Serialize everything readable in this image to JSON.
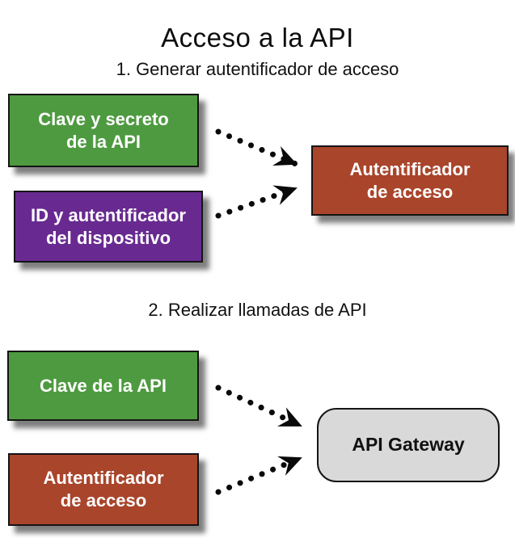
{
  "title": "Acceso a la API",
  "colors": {
    "green": "#4e9a40",
    "purple": "#682a90",
    "rust": "#a9452b",
    "gray": "#d9d9d9",
    "arrow": "#0a0a0a",
    "text_on_dark": "#ffffff"
  },
  "sections": [
    {
      "heading": "1. Generar autentificador de acceso",
      "sources": [
        {
          "line1": "Clave y secreto",
          "line2": "de la API"
        },
        {
          "line1": "ID y autentificador",
          "line2": "del dispositivo"
        }
      ],
      "target": {
        "line1": "Autentificador",
        "line2": "de acceso"
      }
    },
    {
      "heading": "2. Realizar llamadas de API",
      "sources": [
        {
          "line1": "Clave de la API",
          "line2": ""
        },
        {
          "line1": "Autentificador",
          "line2": "de acceso"
        }
      ],
      "target": {
        "line1": "API Gateway",
        "line2": ""
      }
    }
  ]
}
